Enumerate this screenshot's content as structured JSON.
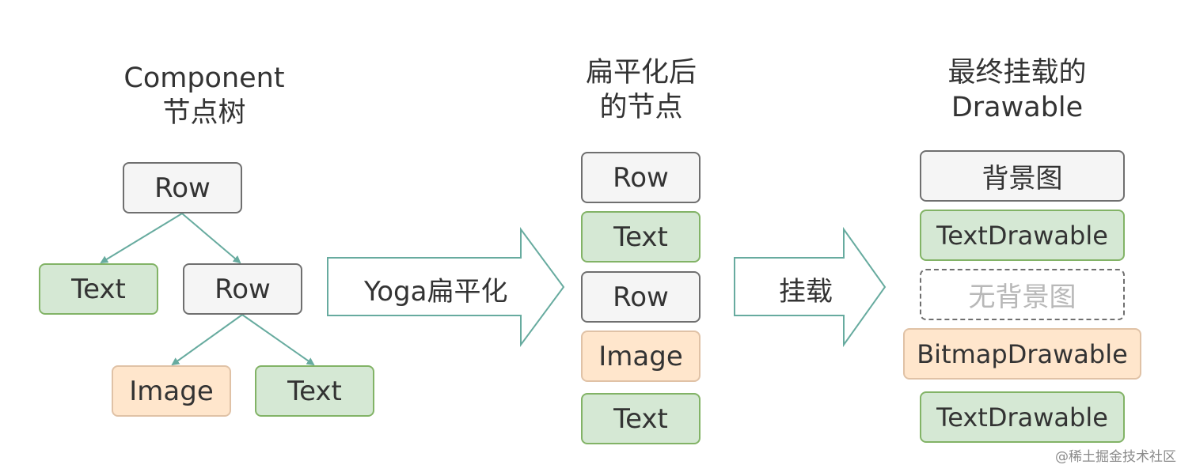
{
  "tree": {
    "title": "Component",
    "subtitle": "节点树",
    "root": "Row",
    "child_left": "Text",
    "child_right": "Row",
    "grandchild_left": "Image",
    "grandchild_right": "Text"
  },
  "flatten_arrow": {
    "label": "Yoga扁平化"
  },
  "flat": {
    "title": "扁平化后",
    "subtitle": "的节点",
    "items": [
      "Row",
      "Text",
      "Row",
      "Image",
      "Text"
    ]
  },
  "mount_arrow": {
    "label": "挂载"
  },
  "drawable": {
    "title": "最终挂载的",
    "subtitle": "Drawable",
    "items": [
      "背景图",
      "TextDrawable",
      "无背景图",
      "BitmapDrawable",
      "TextDrawable"
    ]
  },
  "watermark": "@稀土掘金技术社区",
  "colors": {
    "gray_fill": "#f5f5f5",
    "green_fill": "#d5e8d4",
    "orange_fill": "#ffe6cc",
    "edge": "#67ab9f"
  }
}
